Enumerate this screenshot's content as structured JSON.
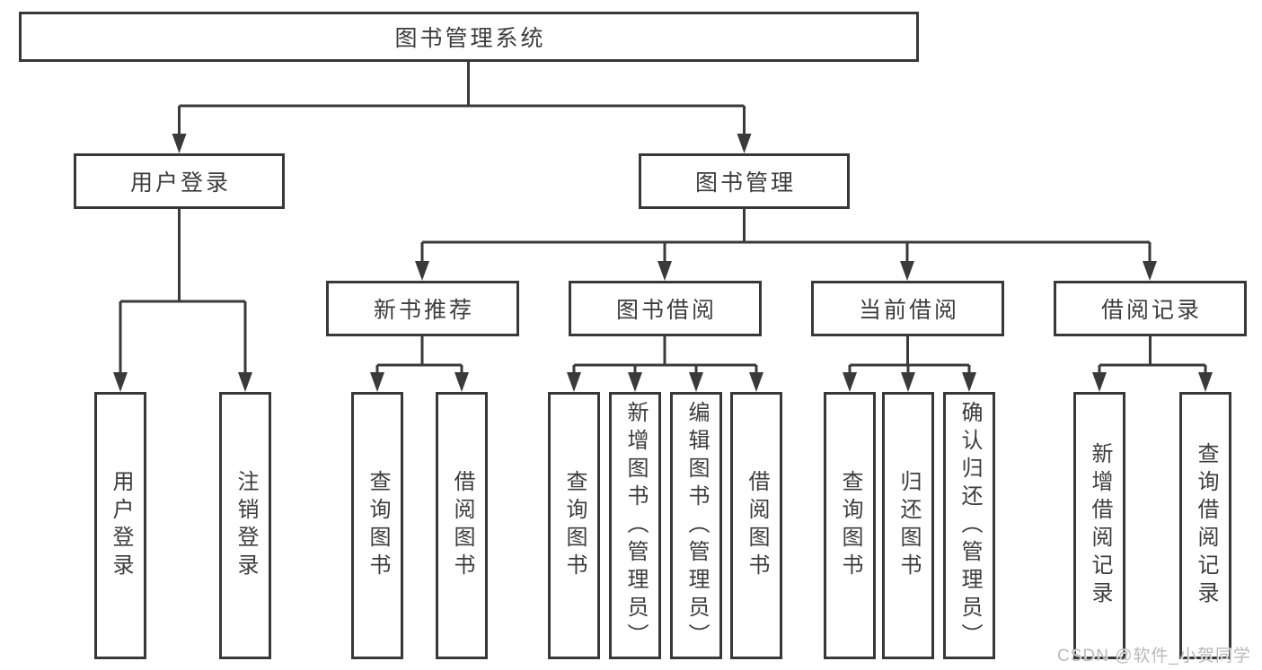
{
  "diagram": {
    "root": {
      "label": "图书管理系统"
    },
    "branches": [
      {
        "label": "用户登录",
        "children": [
          {
            "label": "用户登录"
          },
          {
            "label": "注销登录"
          }
        ]
      },
      {
        "label": "图书管理",
        "children": [
          {
            "label": "新书推荐",
            "children": [
              {
                "label": "查询图书"
              },
              {
                "label": "借阅图书"
              }
            ]
          },
          {
            "label": "图书借阅",
            "children": [
              {
                "label": "查询图书"
              },
              {
                "label": "新增图书（管理员）"
              },
              {
                "label": "编辑图书（管理员）"
              },
              {
                "label": "借阅图书"
              }
            ]
          },
          {
            "label": "当前借阅",
            "children": [
              {
                "label": "查询图书"
              },
              {
                "label": "归还图书"
              },
              {
                "label": "确认归还（管理员）"
              }
            ]
          },
          {
            "label": "借阅记录",
            "children": [
              {
                "label": "新增借阅记录"
              },
              {
                "label": "查询借阅记录"
              }
            ]
          }
        ]
      }
    ]
  },
  "watermark": {
    "text": "CSDN @软件_小贺同学"
  },
  "colors": {
    "line": "#3a3a3a",
    "node_border": "#383838",
    "node_text": "#3d3d3d",
    "background": "#ffffff",
    "watermark": "#b9b9b9"
  }
}
